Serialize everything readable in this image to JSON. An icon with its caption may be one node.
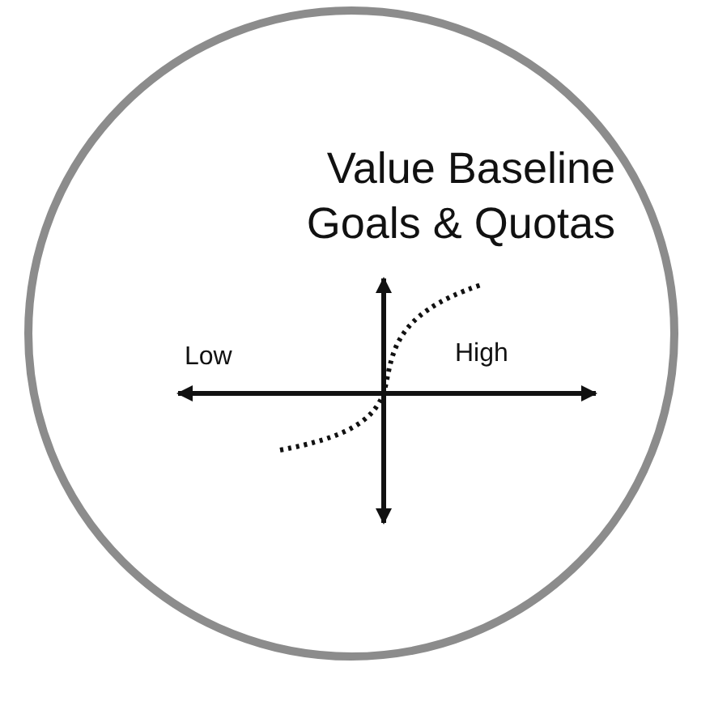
{
  "diagram": {
    "nodes": [
      {
        "text": [
          "Value Baseline Goals & Quotas"
        ]
      }
    ],
    "edges": [],
    "labels": [
      "Low",
      "High"
    ]
  }
}
